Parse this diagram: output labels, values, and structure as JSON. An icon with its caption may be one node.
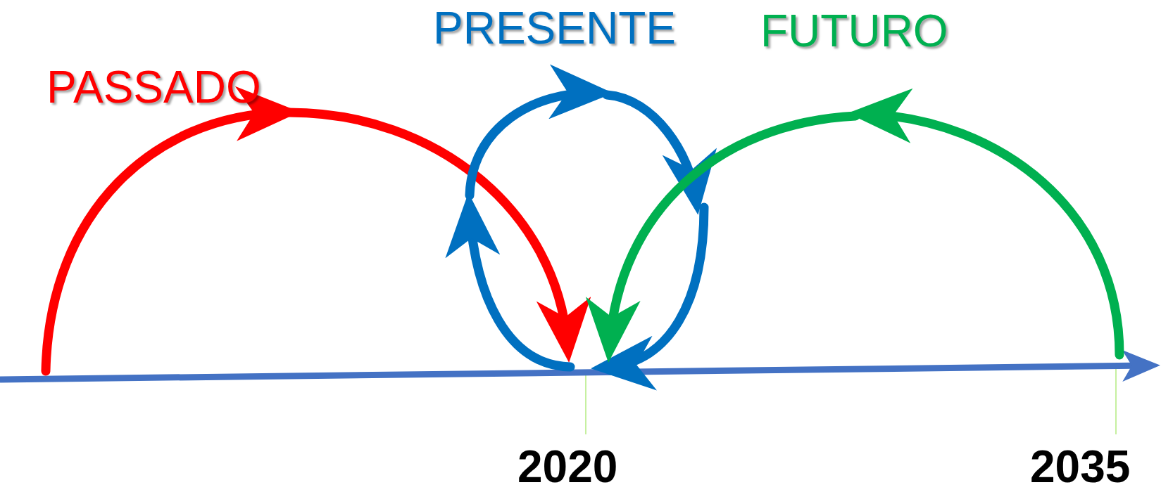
{
  "diagram": {
    "labels": [
      "PRESENTE",
      "FUTURO",
      "PASSADO",
      "2020",
      "2035"
    ]
  }
}
